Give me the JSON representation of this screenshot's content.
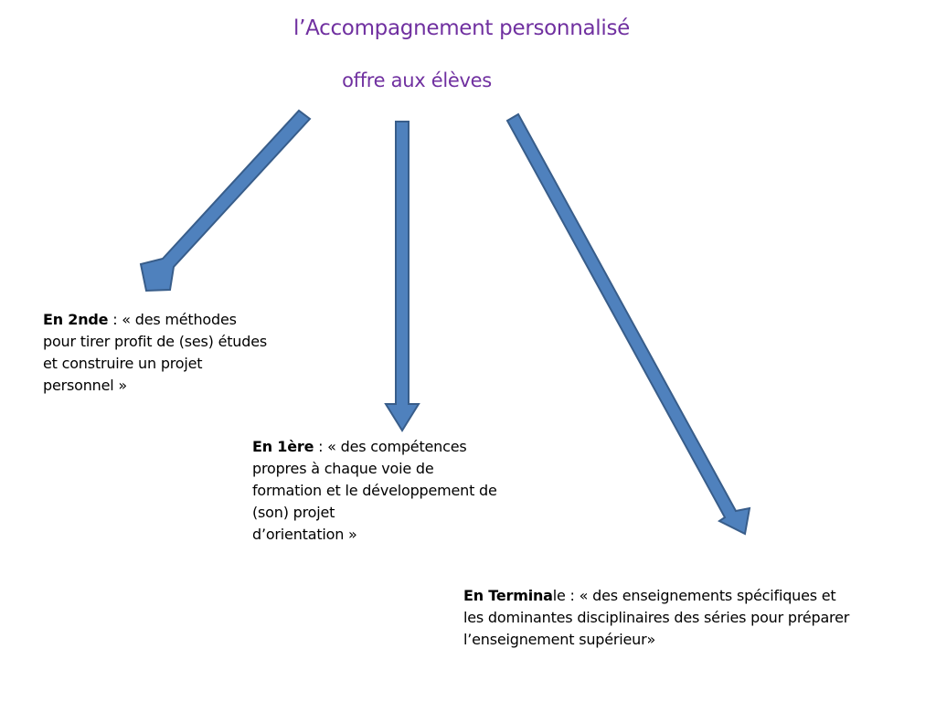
{
  "title": "l’Accompagnement personnalisé",
  "subtitle": "offre aux élèves",
  "colors": {
    "title": "#7030a0",
    "arrow_fill": "#4f81bd",
    "arrow_outline": "#385d8a",
    "text": "#000000"
  },
  "blocks": [
    {
      "id": "2nde",
      "bold": "En 2nde",
      "line1_rest": " : « des méthodes",
      "lines": [
        "pour tirer profit de (ses) études",
        "et construire un projet",
        "personnel »"
      ]
    },
    {
      "id": "1ere",
      "bold": "En 1ère",
      "line1_rest": " : « des compétences",
      "lines": [
        "propres à chaque voie de",
        "formation et le développement de",
        "(son) projet",
        "d’orientation »"
      ]
    },
    {
      "id": "terminale",
      "bold": "En Termina",
      "line1_rest": "le : « des enseignements spécifiques et",
      "lines": [
        "les dominantes disciplinaires des séries pour préparer",
        "l’enseignement supérieur»"
      ]
    }
  ]
}
